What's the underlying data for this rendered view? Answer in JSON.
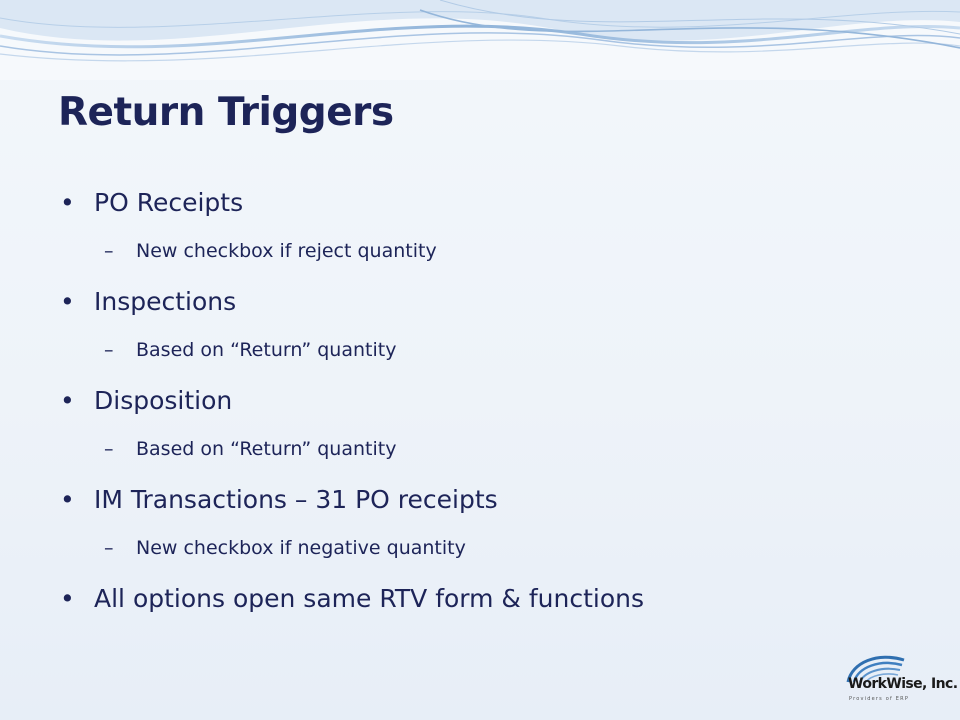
{
  "slide": {
    "title": "Return Triggers",
    "bullet_glyph": "•",
    "dash_glyph": "–",
    "items": [
      {
        "text": "PO Receipts",
        "sub": "New checkbox if reject quantity"
      },
      {
        "text": "Inspections",
        "sub": "Based on “Return” quantity"
      },
      {
        "text": "Disposition",
        "sub": "Based on “Return” quantity"
      },
      {
        "text": "IM Transactions – 31 PO receipts",
        "sub": "New checkbox if negative quantity"
      },
      {
        "text": "All options open same RTV form & functions"
      }
    ]
  },
  "logo": {
    "name": "WorkWise, Inc.",
    "tagline": "Providers of ERP",
    "icon": "arc-waves-icon"
  },
  "colors": {
    "title": "#1d2458",
    "text": "#1d2458",
    "wave": "#7fa7cf",
    "logo_arc": "#2f6fb0"
  }
}
